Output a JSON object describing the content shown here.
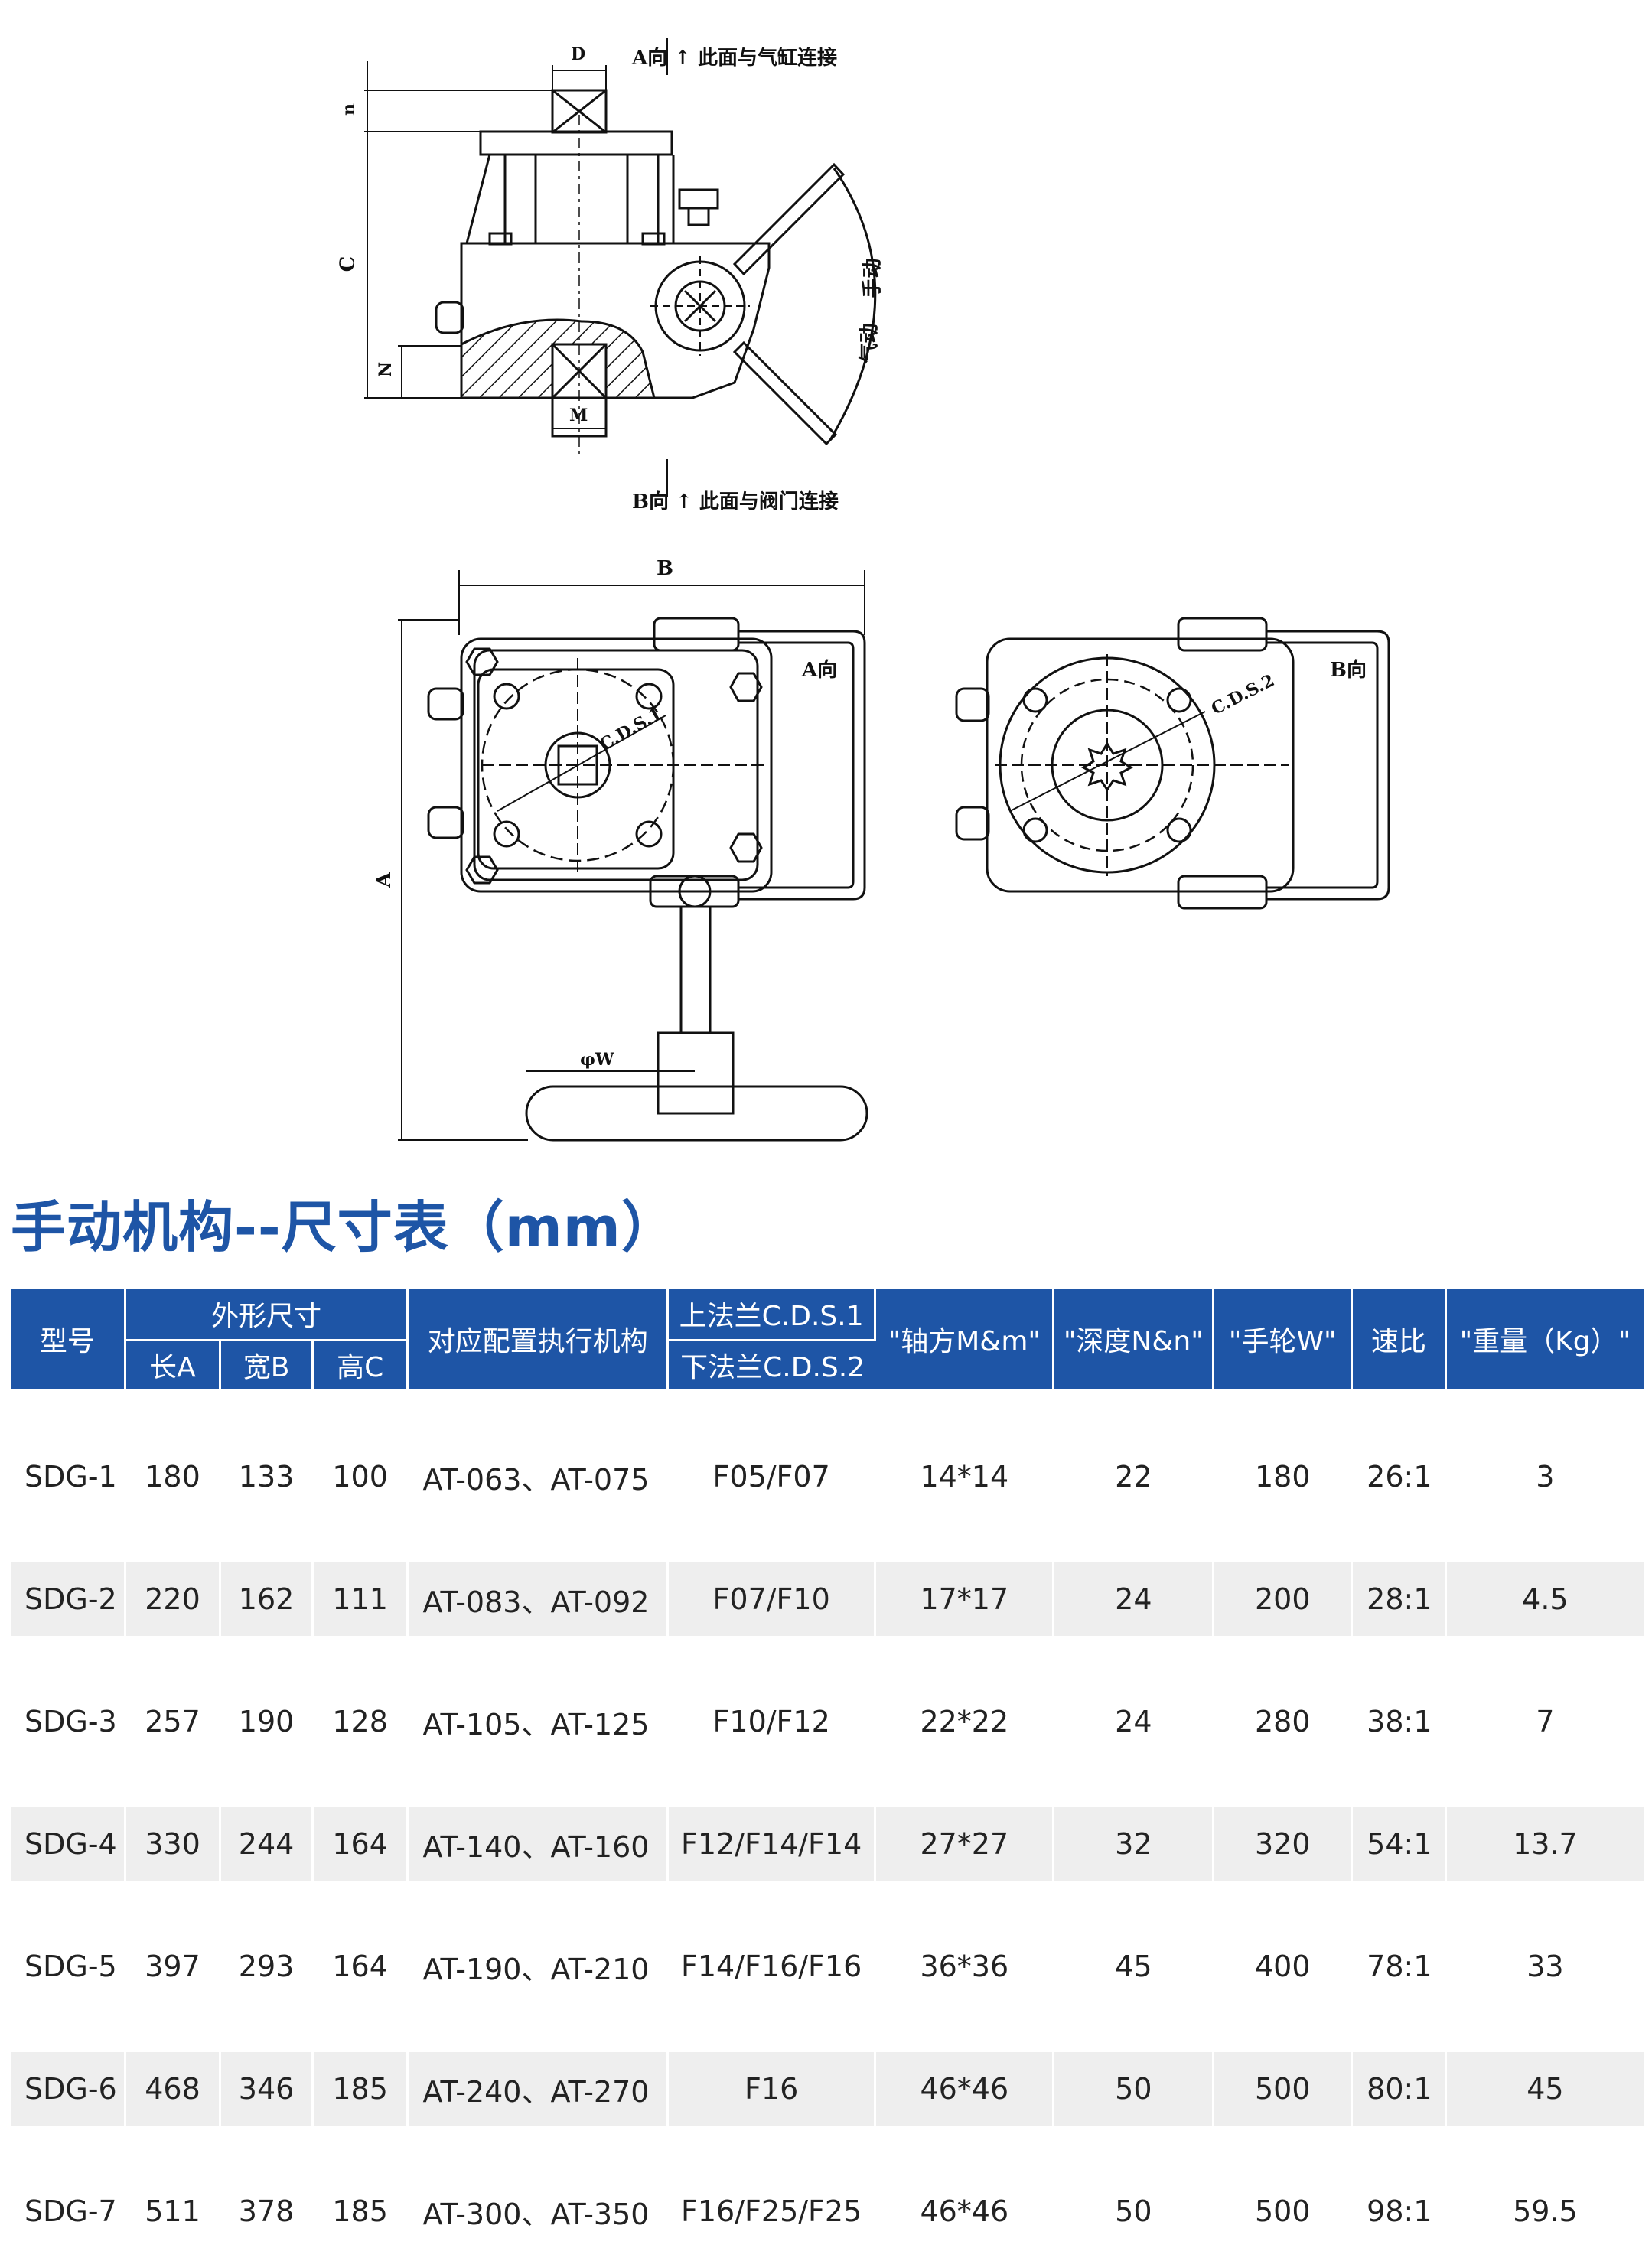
{
  "drawing": {
    "labels": {
      "d": "D",
      "n": "n",
      "c": "C",
      "N": "N",
      "M": "M",
      "top_face": "A向 ↑ 此面与气缸连接",
      "bottom_face": "B向 ↑ 此面与阀门连接",
      "manual": "手动",
      "pneumatic": "气动",
      "B": "B",
      "A": "A",
      "a_view": "A向",
      "b_view": "B向",
      "cds1": "C.D.S.1",
      "cds2": "C.D.S.2",
      "phiW": "φW"
    }
  },
  "heading": "手动机构--尺寸表（mm）",
  "table": {
    "headers": {
      "model": "型号",
      "outer": "外形尺寸",
      "length": "长A",
      "width": "宽B",
      "height": "高C",
      "actuator": "对应配置执行机构",
      "upper_flange": "上法兰C.D.S.1",
      "lower_flange": "下法兰C.D.S.2",
      "shaft": "\"轴方M&m\"",
      "depth": "\"深度N&n\"",
      "wheel": "\"手轮W\"",
      "ratio": "速比",
      "weight": "\"重量（Kg）\""
    },
    "rows": [
      {
        "model": "SDG-1",
        "a": "180",
        "b": "133",
        "c": "100",
        "actuator": "AT-063、AT-075",
        "flange": "F05/F07",
        "shaft": "14*14",
        "depth": "22",
        "wheel": "180",
        "ratio": "26:1",
        "weight": "3"
      },
      {
        "model": "SDG-2",
        "a": "220",
        "b": "162",
        "c": "111",
        "actuator": "AT-083、AT-092",
        "flange": "F07/F10",
        "shaft": "17*17",
        "depth": "24",
        "wheel": "200",
        "ratio": "28:1",
        "weight": "4.5"
      },
      {
        "model": "SDG-3",
        "a": "257",
        "b": "190",
        "c": "128",
        "actuator": "AT-105、AT-125",
        "flange": "F10/F12",
        "shaft": "22*22",
        "depth": "24",
        "wheel": "280",
        "ratio": "38:1",
        "weight": "7"
      },
      {
        "model": "SDG-4",
        "a": "330",
        "b": "244",
        "c": "164",
        "actuator": "AT-140、AT-160",
        "flange": "F12/F14/F14",
        "shaft": "27*27",
        "depth": "32",
        "wheel": "320",
        "ratio": "54:1",
        "weight": "13.7"
      },
      {
        "model": "SDG-5",
        "a": "397",
        "b": "293",
        "c": "164",
        "actuator": "AT-190、AT-210",
        "flange": "F14/F16/F16",
        "shaft": "36*36",
        "depth": "45",
        "wheel": "400",
        "ratio": "78:1",
        "weight": "33"
      },
      {
        "model": "SDG-6",
        "a": "468",
        "b": "346",
        "c": "185",
        "actuator": "AT-240、AT-270",
        "flange": "F16",
        "shaft": "46*46",
        "depth": "50",
        "wheel": "500",
        "ratio": "80:1",
        "weight": "45"
      },
      {
        "model": "SDG-7",
        "a": "511",
        "b": "378",
        "c": "185",
        "actuator": "AT-300、AT-350",
        "flange": "F16/F25/F25",
        "shaft": "46*46",
        "depth": "50",
        "wheel": "500",
        "ratio": "98:1",
        "weight": "59.5"
      }
    ]
  }
}
